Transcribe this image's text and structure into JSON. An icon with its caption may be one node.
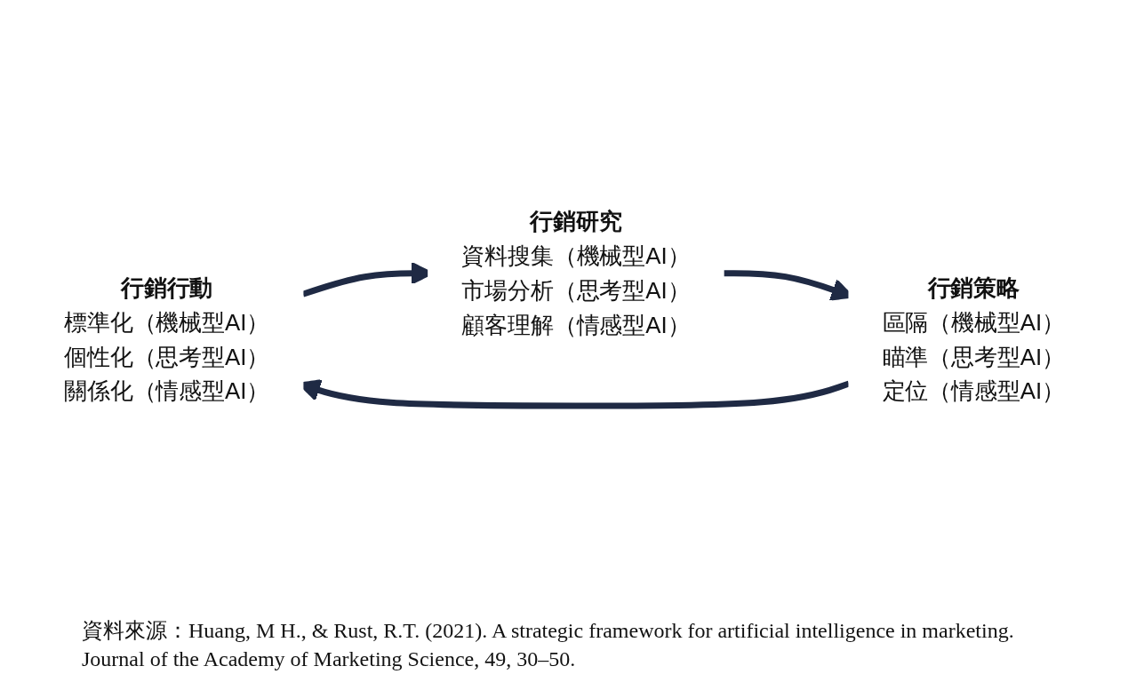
{
  "diagram": {
    "nodes": [
      {
        "text": [
          "行銷行動",
          "標準化（機械型AI）",
          "個性化（思考型AI）",
          "關係化（情感型AI）"
        ]
      },
      {
        "text": [
          "行銷研究",
          "資料搜集（機械型AI）",
          "市場分析（思考型AI）",
          "顧客理解（情感型AI）"
        ]
      },
      {
        "text": [
          "行銷策略",
          "區隔（機械型AI）",
          "瞄準（思考型AI）",
          "定位（情感型AI）"
        ]
      }
    ],
    "edges": [
      {
        "from": 0,
        "to": 1,
        "arrow": "to"
      },
      {
        "from": 1,
        "to": 2,
        "arrow": "to"
      },
      {
        "from": 2,
        "to": 0,
        "arrow": "to"
      }
    ],
    "caption": "資料來源：Huang, M H., & Rust, R.T. (2021). A strategic framework for artificial intelligence in marketing. Journal of the Academy of Marketing Science, 49, 30–50."
  }
}
